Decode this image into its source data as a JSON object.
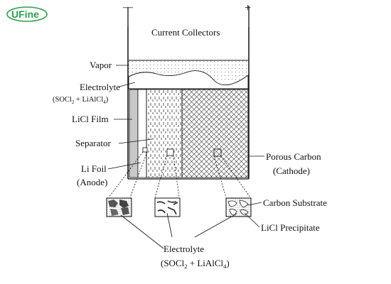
{
  "logo": {
    "text": "UFine",
    "color": "#2e9e4f"
  },
  "terminals": {
    "negative": "—",
    "positive": "+"
  },
  "labels": {
    "current_collectors": "Current Collectors",
    "vapor": "Vapor",
    "electrolyte": "Electrolyte",
    "electrolyte_formula_top": "(SOCl",
    "electrolyte_formula_sub1": "2",
    "electrolyte_formula_mid": " + LiAlCl",
    "electrolyte_formula_sub2": "4",
    "electrolyte_formula_end": ")",
    "licl_film": "LiCl Film",
    "separator": "Separator",
    "li_foil": "Li Foil",
    "anode": "(Anode)",
    "porous_carbon": "Porous Carbon",
    "cathode": "(Cathode)",
    "carbon_substrate": "Carbon Substrate",
    "licl_precipitate": "LiCl Precipitate",
    "bottom_electrolyte": "Electrolyte"
  },
  "colors": {
    "ink": "#111111",
    "logo": "#2e9e4f",
    "film": "#c8c8c8"
  }
}
